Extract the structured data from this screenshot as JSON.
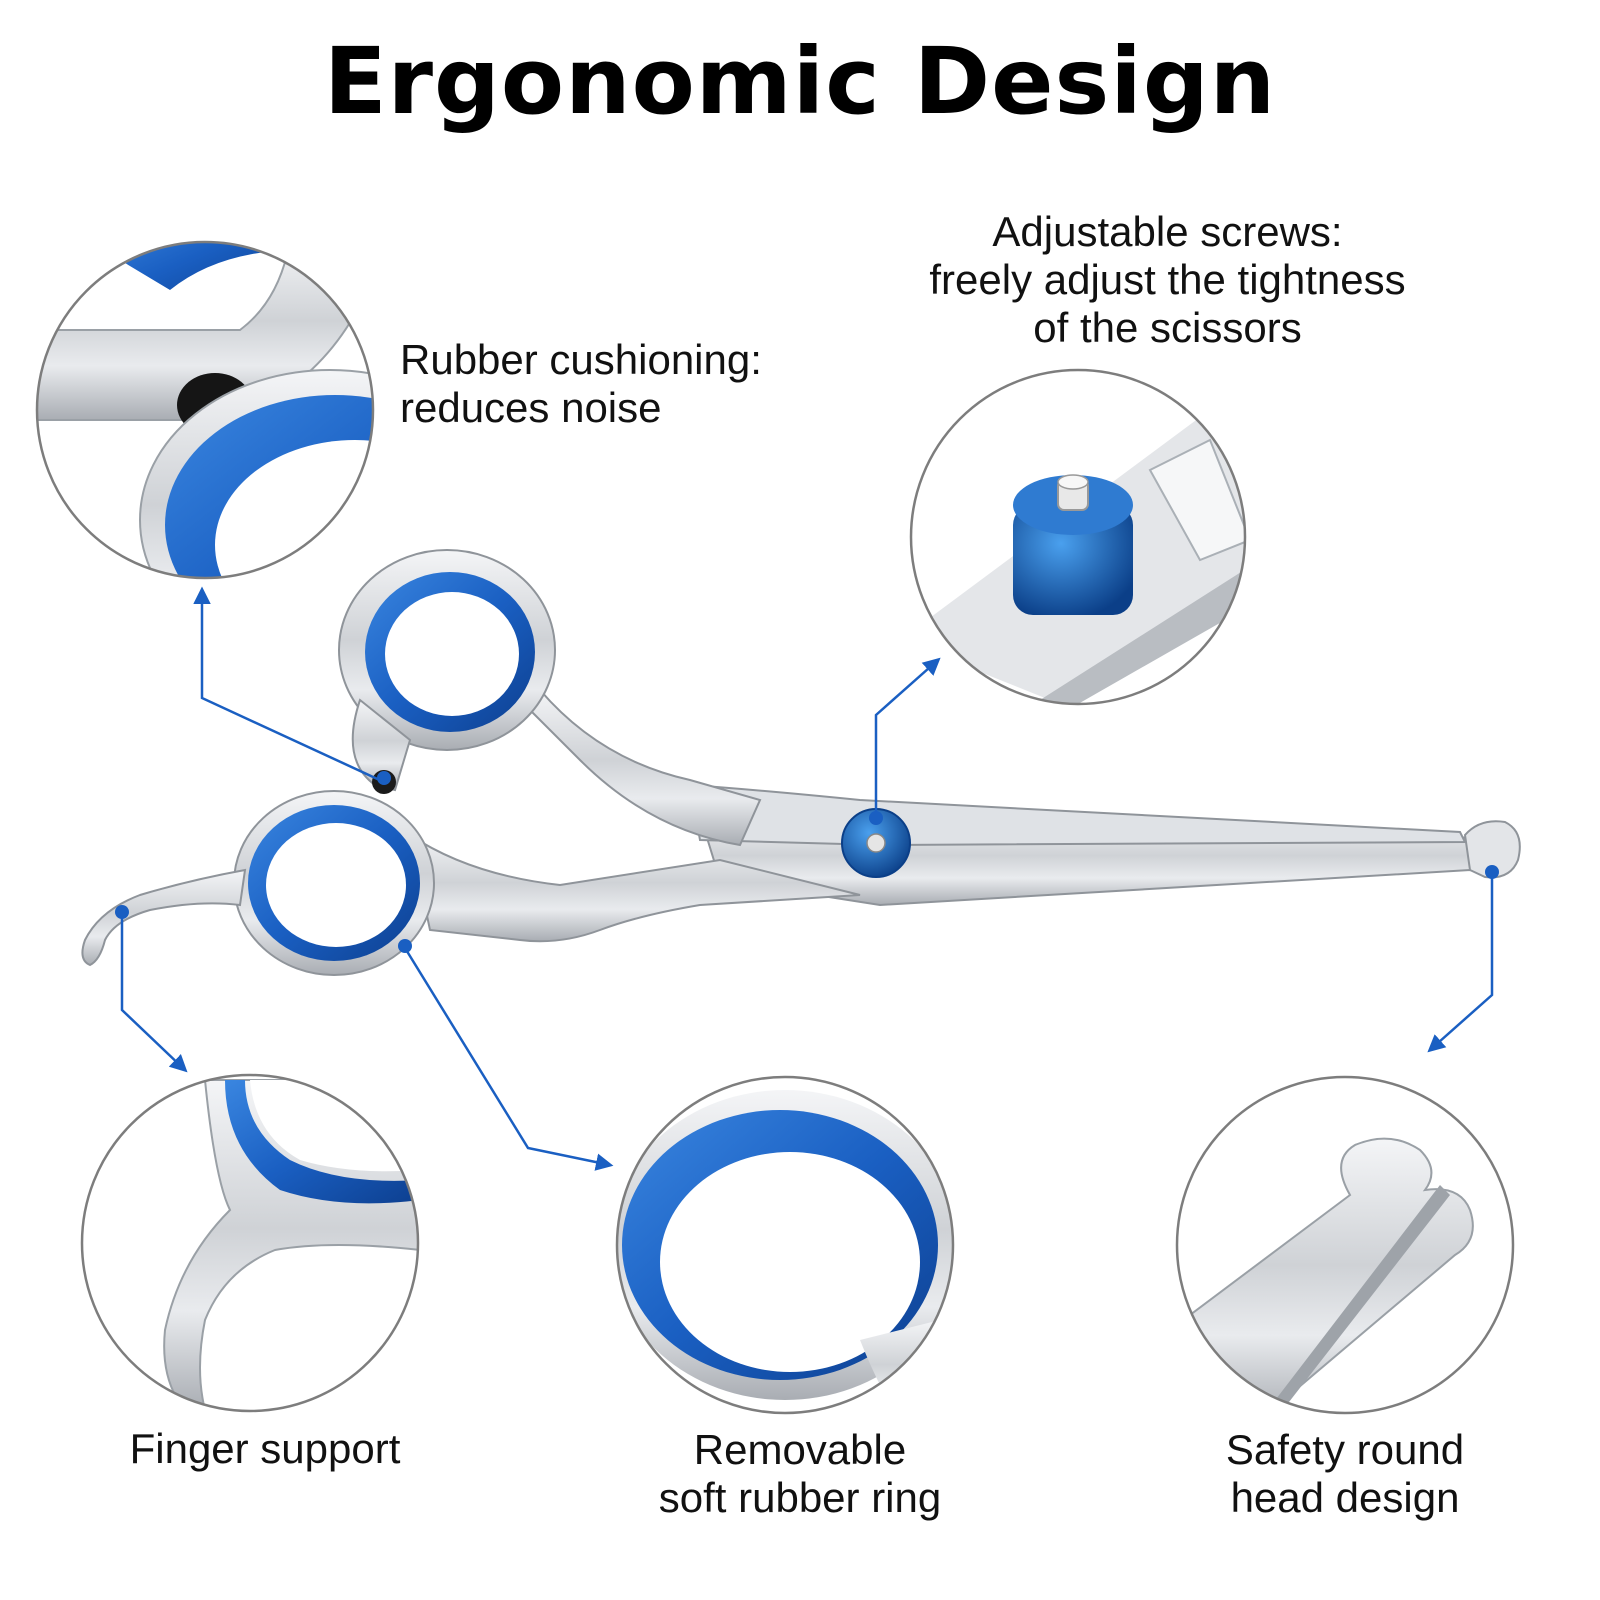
{
  "title": "Ergonomic Design",
  "features": {
    "rubber_cushioning": {
      "line1": "Rubber cushioning:",
      "line2": "reduces noise"
    },
    "adjustable_screws": {
      "line1": "Adjustable screws:",
      "line2": "freely adjust the tightness",
      "line3": "of the scissors"
    },
    "finger_support": {
      "line1": "Finger support"
    },
    "rubber_ring": {
      "line1": "Removable",
      "line2": "soft rubber ring"
    },
    "round_head": {
      "line1": "Safety round",
      "line2": "head design"
    }
  },
  "colors": {
    "accent_blue": "#1a5fc2",
    "steel": "#c9ccd0",
    "circle_border": "#7d7d7d"
  }
}
